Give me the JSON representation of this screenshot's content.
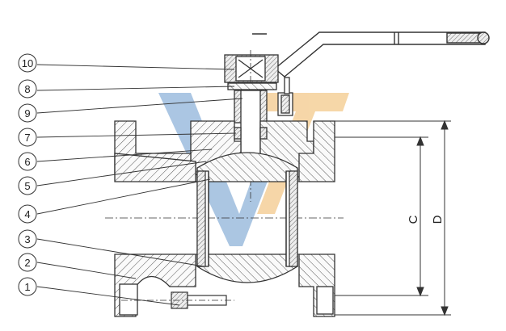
{
  "callouts": [
    "10",
    "8",
    "9",
    "7",
    "6",
    "5",
    "4",
    "3",
    "2",
    "1"
  ],
  "dimensions": {
    "c": "C",
    "d": "D"
  },
  "colors": {
    "outline": "#333333",
    "hatch": "#555555",
    "watermark_blue": "#8fb3d9",
    "watermark_orange": "#f3c98b"
  },
  "watermark": "VT"
}
